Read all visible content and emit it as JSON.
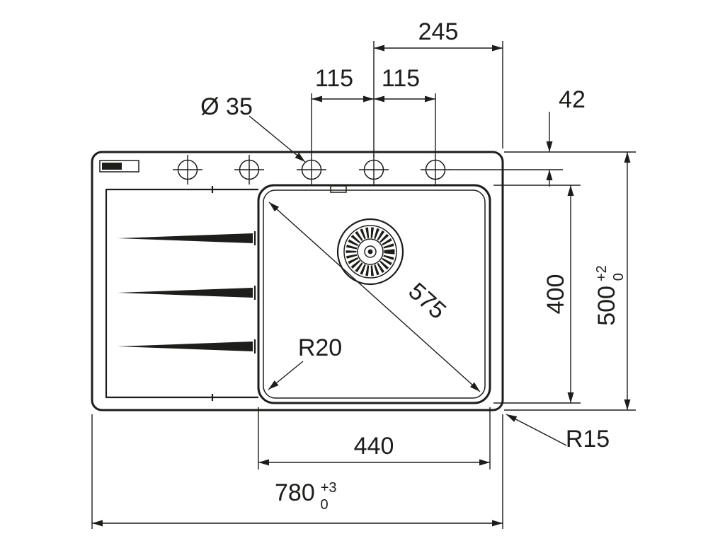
{
  "drawing": {
    "background": "#ffffff",
    "line_color": "#1d1d1b",
    "dimensions": {
      "top_width": "245",
      "hole_pitch_left": "115",
      "hole_pitch_right": "115",
      "hole_diameter": "Ø 35",
      "hole_offset": "42",
      "bowl_inner_length": "400",
      "overall_depth": "500",
      "overall_depth_tol_upper": "+2",
      "overall_depth_tol_lower": "0",
      "bowl_diagonal": "575",
      "bowl_corner_radius": "R20",
      "outer_corner_radius": "R15",
      "bowl_width": "440",
      "overall_width": "780",
      "overall_width_tol_upper": "+3",
      "overall_width_tol_lower": "0"
    }
  }
}
